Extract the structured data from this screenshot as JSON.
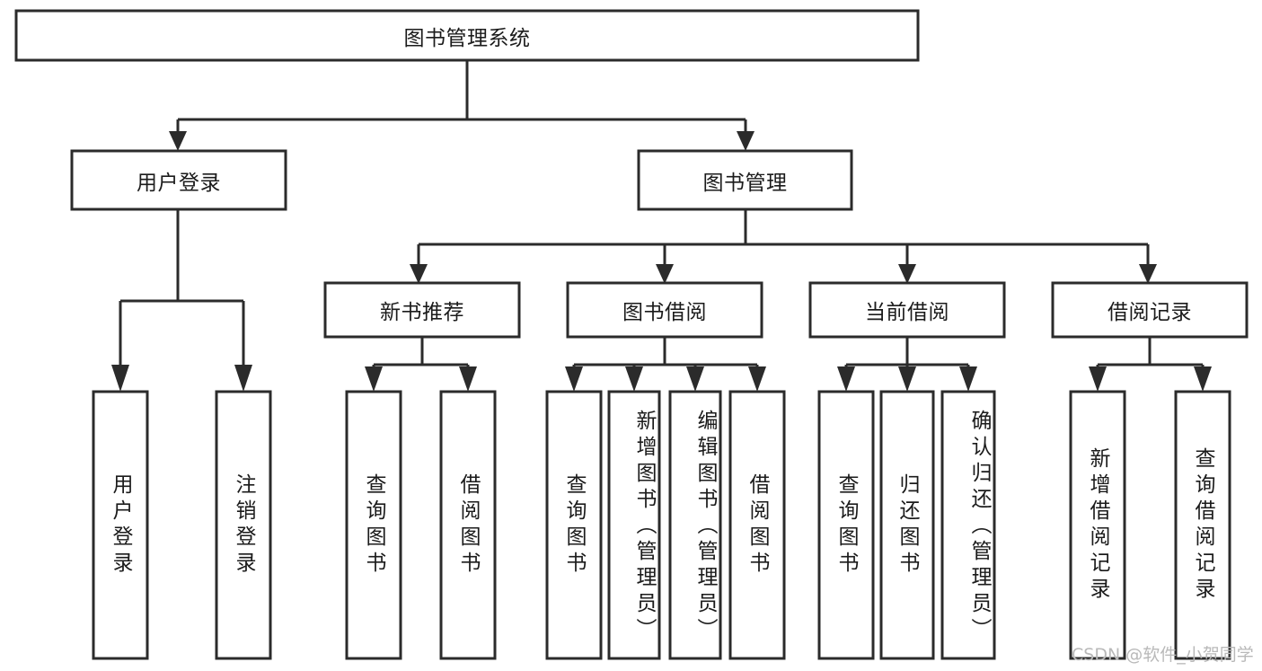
{
  "diagram": {
    "title": "图书管理系统",
    "type": "tree-hierarchy",
    "watermark": "CSDN @软件_小贺同学",
    "colors": {
      "stroke": "#2b2b2b",
      "fill": "#ffffff",
      "text": "#1b1b1b",
      "watermark": "#b9b9b9",
      "background": "#ffffff"
    },
    "levels": {
      "root": {
        "label": "图书管理系统"
      },
      "level2": [
        {
          "id": "user-login",
          "label": "用户登录"
        },
        {
          "id": "book-management",
          "label": "图书管理"
        }
      ],
      "level3": [
        {
          "id": "new-book-recommend",
          "label": "新书推荐",
          "parent": "book-management"
        },
        {
          "id": "book-borrow",
          "label": "图书借阅",
          "parent": "book-management"
        },
        {
          "id": "current-borrow",
          "label": "当前借阅",
          "parent": "book-management"
        },
        {
          "id": "borrow-record",
          "label": "借阅记录",
          "parent": "book-management"
        }
      ],
      "leaves": [
        {
          "id": "leaf-user-login",
          "label": "用户登录",
          "parent": "user-login"
        },
        {
          "id": "leaf-logout-login",
          "label": "注销登录",
          "parent": "user-login"
        },
        {
          "id": "leaf-query-book-1",
          "label": "查询图书",
          "parent": "new-book-recommend"
        },
        {
          "id": "leaf-borrow-book-1",
          "label": "借阅图书",
          "parent": "new-book-recommend"
        },
        {
          "id": "leaf-query-book-2",
          "label": "查询图书",
          "parent": "book-borrow"
        },
        {
          "id": "leaf-add-book",
          "label": "新增图书（管理员）",
          "parent": "book-borrow"
        },
        {
          "id": "leaf-edit-book",
          "label": "编辑图书（管理员）",
          "parent": "book-borrow"
        },
        {
          "id": "leaf-borrow-book-2",
          "label": "借阅图书",
          "parent": "book-borrow"
        },
        {
          "id": "leaf-query-book-3",
          "label": "查询图书",
          "parent": "current-borrow"
        },
        {
          "id": "leaf-return-book",
          "label": "归还图书",
          "parent": "current-borrow"
        },
        {
          "id": "leaf-confirm-return",
          "label": "确认归还（管理员）",
          "parent": "current-borrow"
        },
        {
          "id": "leaf-add-record",
          "label": "新增借阅记录",
          "parent": "borrow-record"
        },
        {
          "id": "leaf-query-record",
          "label": "查询借阅记录",
          "parent": "borrow-record"
        }
      ]
    }
  }
}
